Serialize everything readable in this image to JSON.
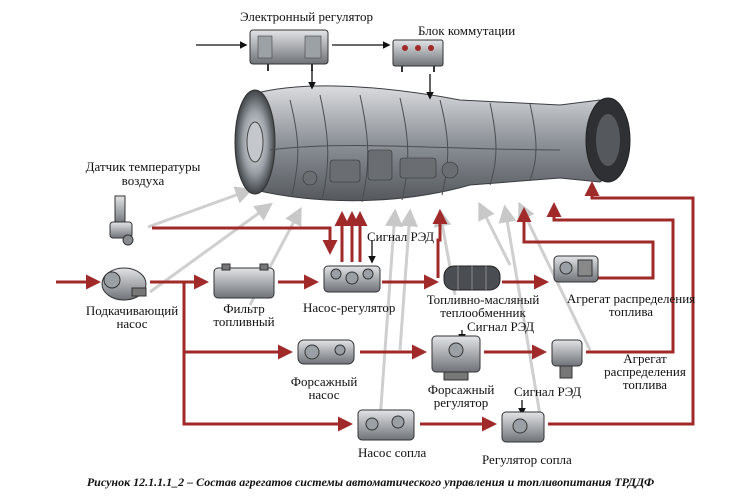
{
  "labels": {
    "electronic_regulator": "Электронный регулятор",
    "switch_block": "Блок коммутации",
    "air_temp_sensor_l1": "Датчик температуры",
    "air_temp_sensor_l2": "воздуха",
    "red_signal_top": "Сигнал РЭД",
    "boost_pump_l1": "Подкачивающий",
    "boost_pump_l2": "насос",
    "fuel_filter_l1": "Фильтр",
    "fuel_filter_l2": "топливный",
    "pump_regulator": "Насос-регулятор",
    "heat_exchanger_l1": "Топливно-масляный",
    "heat_exchanger_l2": "теплообменник",
    "distribution_unit_1_l1": "Агрегат распределения",
    "distribution_unit_1_l2": "топлива",
    "red_signal_mid": "Сигнал РЭД",
    "afterburner_pump_l1": "Форсажный",
    "afterburner_pump_l2": "насос",
    "afterburner_regulator_l1": "Форсажный",
    "afterburner_regulator_l2": "регулятор",
    "distribution_unit_2_l1": "Агрегат",
    "distribution_unit_2_l2": "распределения",
    "distribution_unit_2_l3": "топлива",
    "red_signal_low": "Сигнал РЭД",
    "nozzle_pump": "Насос сопла",
    "nozzle_regulator": "Регулятор сопла"
  },
  "caption": "Рисунок 12.1.1.1_2 – Состав агрегатов системы автоматического управления и топливопитания ТРДДФ",
  "colors": {
    "fuel_line": "#a02a2a",
    "signal_line": "#111111",
    "engine": "#7a7f85",
    "unit": "#8a8d90"
  }
}
